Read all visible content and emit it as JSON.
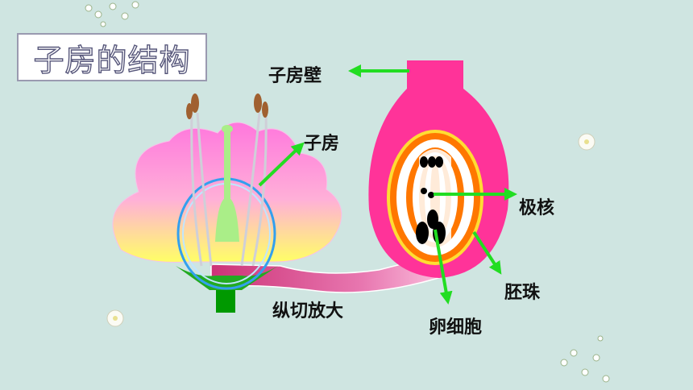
{
  "title": "子房的结构",
  "labels": {
    "ovary_wall": "子房壁",
    "ovary": "子房",
    "polar_nuclei": "极核",
    "ovule": "胚珠",
    "egg_cell": "卵细胞",
    "enlarged_section": "纵切放大"
  },
  "colors": {
    "background": "#cfe5e1",
    "arrow": "#22dd22",
    "ovary_wall": "#ff3399",
    "ovule_outer": "#ff7700",
    "petal_top": "#ff77dd",
    "petal_bottom": "#ffff66"
  }
}
